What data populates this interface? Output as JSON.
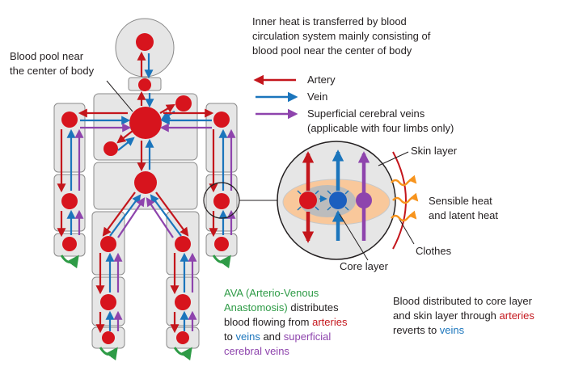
{
  "intro": {
    "line1": "Inner heat is transferred by blood",
    "line2": "circulation system mainly consisting of",
    "line3": "blood pool near the center of body"
  },
  "blood_pool_label": {
    "line1": "Blood pool near",
    "line2": "the center of body"
  },
  "legend": {
    "artery": "Artery",
    "vein": "Vein",
    "superficial_line1": "Superficial cerebral veins",
    "superficial_line2": "(applicable with four limbs only)"
  },
  "detail": {
    "skin_layer": "Skin layer",
    "sensible_line1": "Sensible heat",
    "sensible_line2": "and latent heat",
    "clothes": "Clothes",
    "core_layer": "Core layer"
  },
  "ava": {
    "l1a": "AVA (Arterio-Venous",
    "l2a": "Anastomosis)",
    "l2b": " distributes",
    "l3a": "blood flowing from ",
    "l3b": "arteries",
    "l4a": "to ",
    "l4b": "veins",
    "l4c": " and ",
    "l4d": "superficial",
    "l5a": "cerebral veins"
  },
  "distribution": {
    "l1": "Blood distributed to core layer",
    "l2a": "and skin layer through ",
    "l2b": "arteries",
    "l3a": "reverts to ",
    "l3b": "veins"
  },
  "colors": {
    "artery": "#c4161c",
    "vein": "#1b75bc",
    "superficial": "#8e44ad",
    "ava_arrow": "#2e9b46",
    "heat": "#f7941d",
    "core_fill": "#f9c89b",
    "body_fill": "#e6e6e6"
  }
}
